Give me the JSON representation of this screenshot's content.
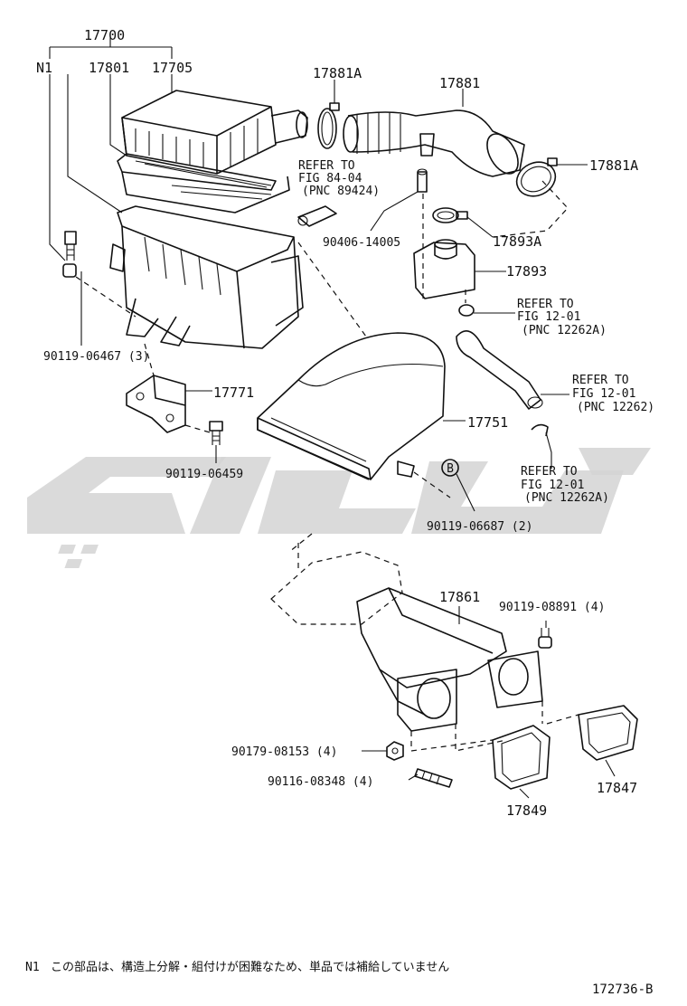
{
  "labels": {
    "p17700": "17700",
    "n1": "N1",
    "p17801": "17801",
    "p17705": "17705",
    "p17881a_top": "17881A",
    "p17881": "17881",
    "p17881a_right": "17881A",
    "refer_84_1": "REFER TO",
    "refer_84_2": "FIG 84-04",
    "refer_84_3": "(PNC 89424)",
    "p90406": "90406-14005",
    "p17893a": "17893A",
    "p17893": "17893",
    "refer_12a_1": "REFER TO",
    "refer_12a_2": "FIG 12-01",
    "refer_12a_3": "(PNC 12262A)",
    "p90119_06467": "90119-06467 (3)",
    "p17771": "17771",
    "refer_12_1": "REFER TO",
    "refer_12_2": "FIG 12-01",
    "refer_12_3": "(PNC 12262)",
    "p17751": "17751",
    "p90119_06459": "90119-06459",
    "refer_12b_1": "REFER TO",
    "refer_12b_2": "FIG 12-01",
    "refer_12b_3": "(PNC 12262A)",
    "callout_b": "B",
    "p90119_06687": "90119-06687 (2)",
    "p17861": "17861",
    "p90119_08891": "90119-08891 (4)",
    "p90179": "90179-08153 (4)",
    "p90116": "90116-08348 (4)",
    "p17849": "17849",
    "p17847": "17847"
  },
  "footnote": {
    "mark": "N1",
    "text": "この部品は、構造上分解・組付けが困難なため、単品では補給していません"
  },
  "figure_id": "172736-B"
}
